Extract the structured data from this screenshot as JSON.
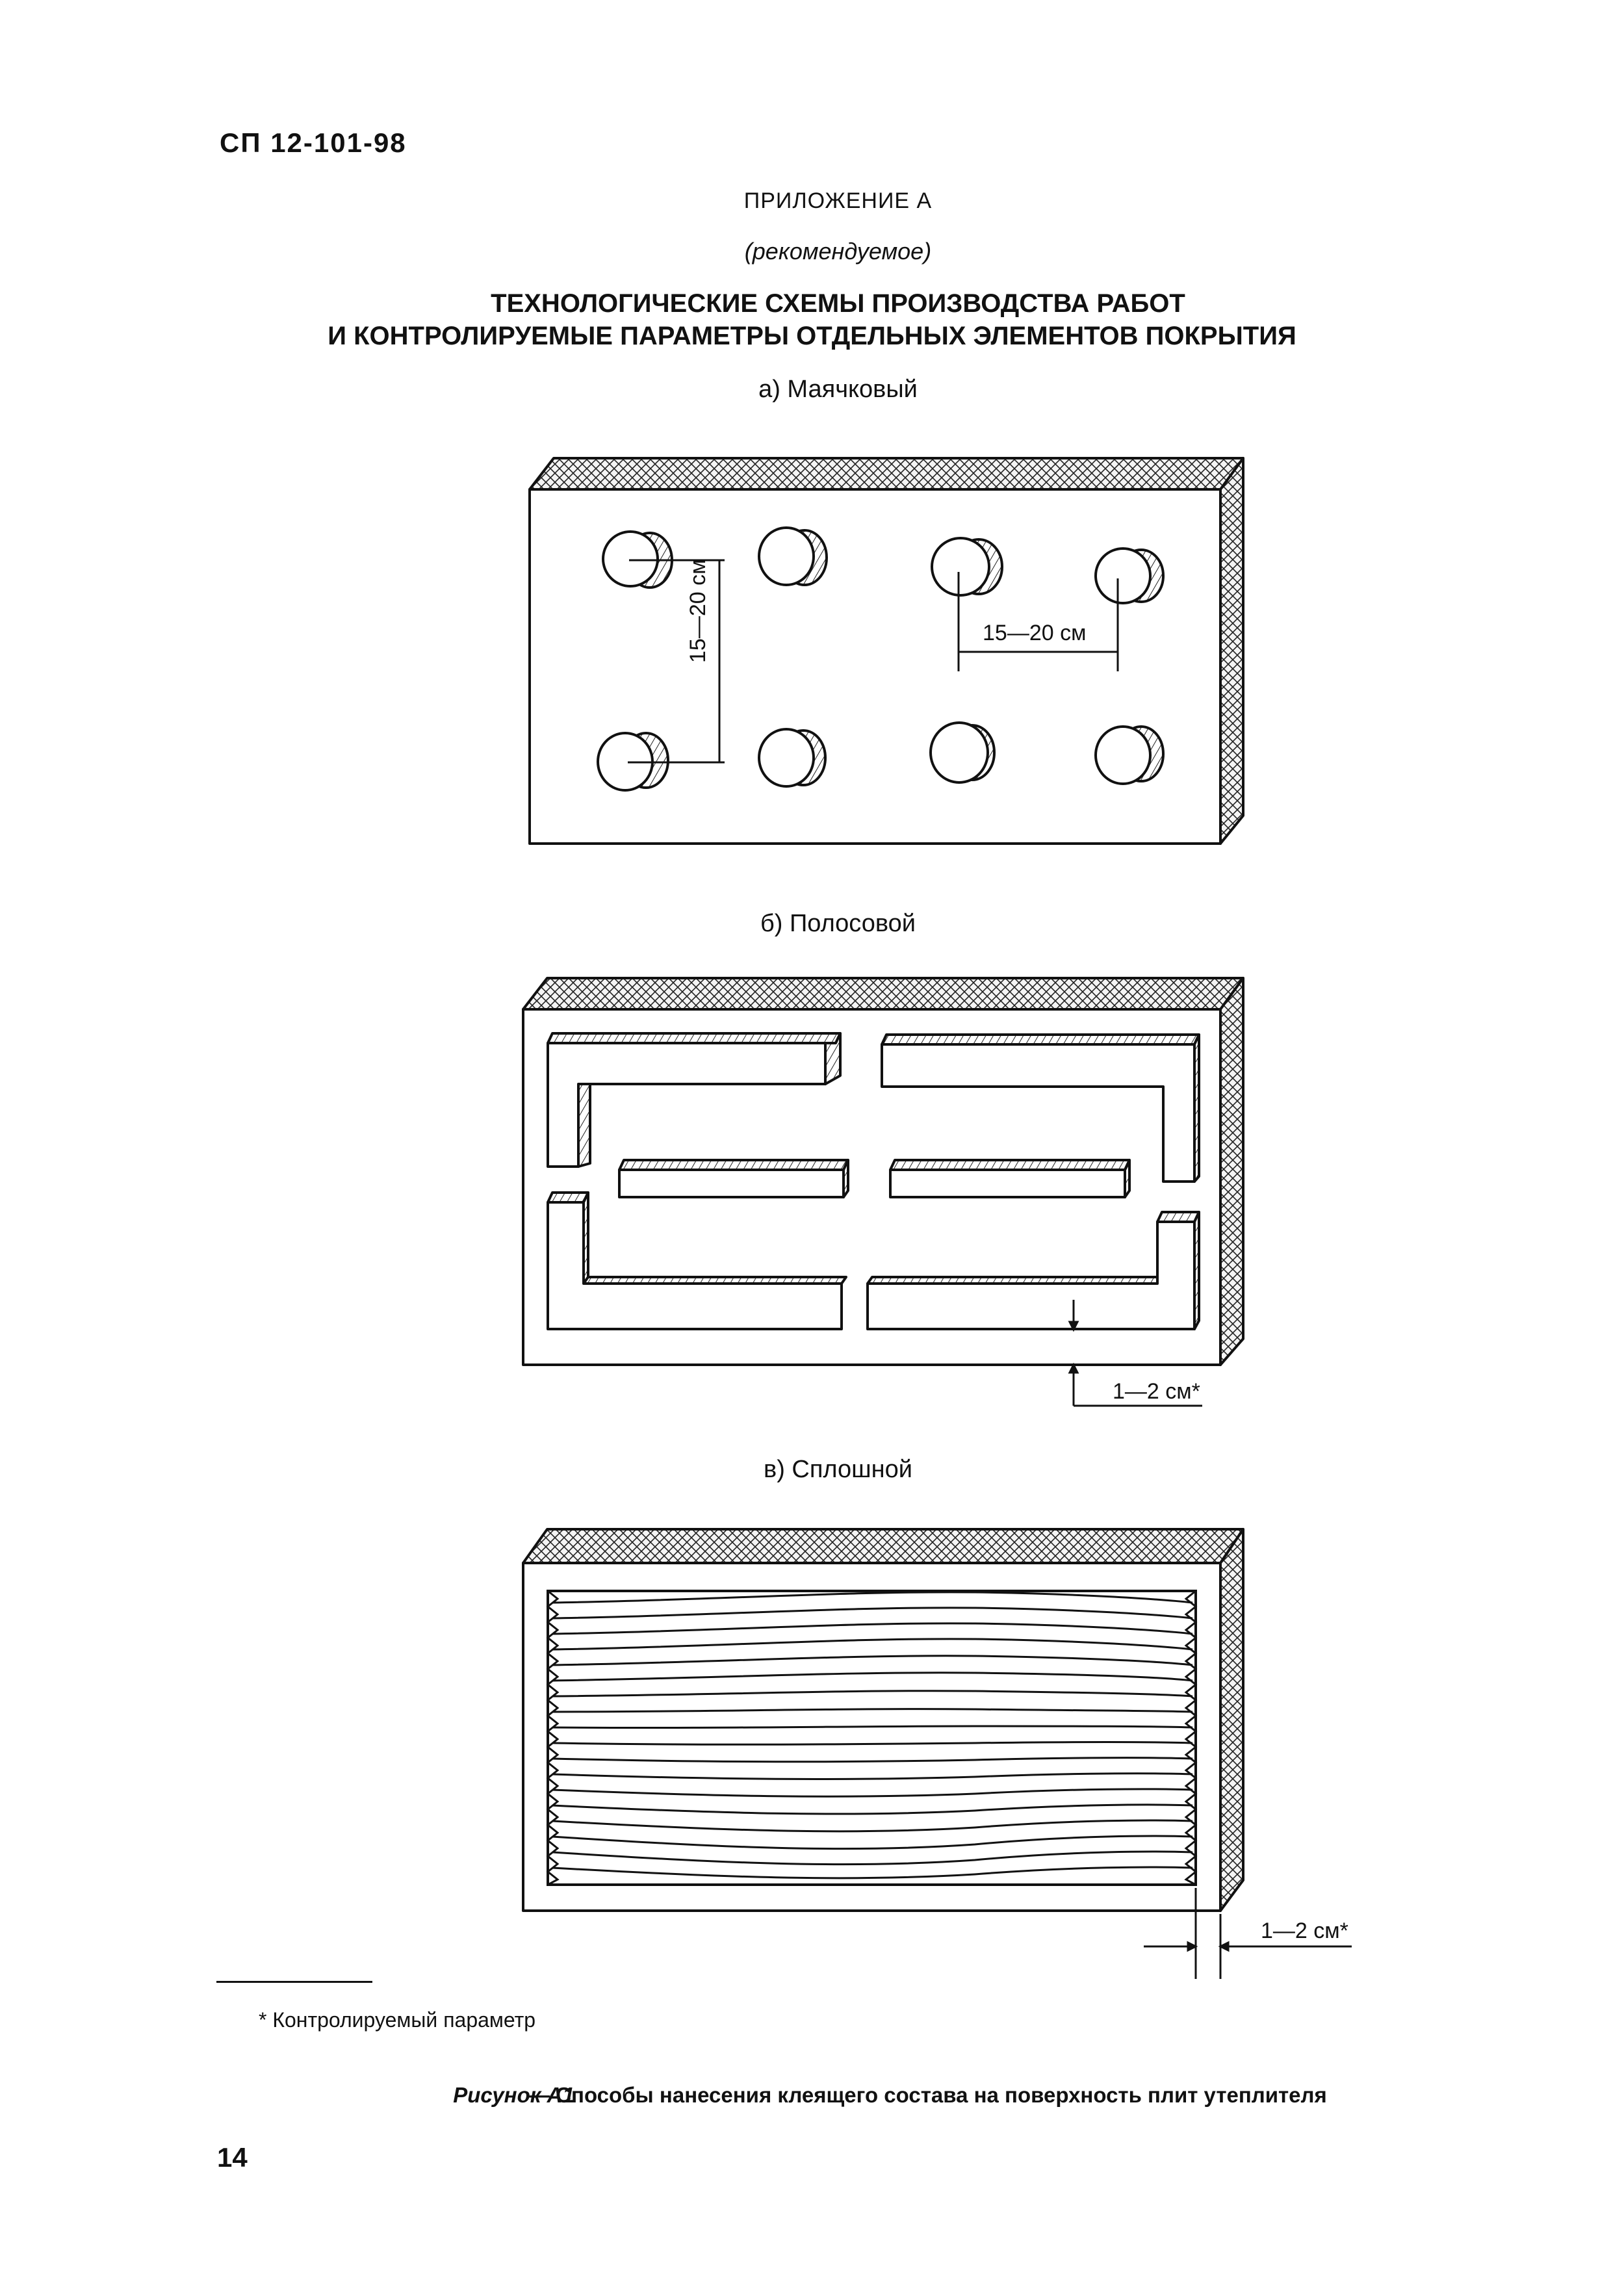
{
  "header": {
    "doc_code": "СП 12-101-98"
  },
  "appendix": {
    "label": "ПРИЛОЖЕНИЕ А",
    "status": "(рекомендуемое)",
    "title_line1": "ТЕХНОЛОГИЧЕСКИЕ СХЕМЫ ПРОИЗВОДСТВА РАБОТ",
    "title_line2": "И КОНТРОЛИРУЕМЫЕ ПАРАМЕТРЫ ОТДЕЛЬНЫХ ЭЛЕМЕНТОВ ПОКРЫТИЯ"
  },
  "figures": {
    "a": {
      "caption": "а) Маячковый",
      "dim_vertical": "15—20 см",
      "dim_horizontal": "15—20 см"
    },
    "b": {
      "caption": "б) Полосовой",
      "dim_edge": "1—2 см*"
    },
    "c": {
      "caption": "в) Сплошной",
      "dim_edge": "1—2 см*"
    }
  },
  "footnote": "* Контролируемый параметр",
  "figure_caption": {
    "label": "Рисунок А1",
    "text": " — Способы нанесения клеящего состава на поверхность плит утеплителя"
  },
  "page_number": "14"
}
